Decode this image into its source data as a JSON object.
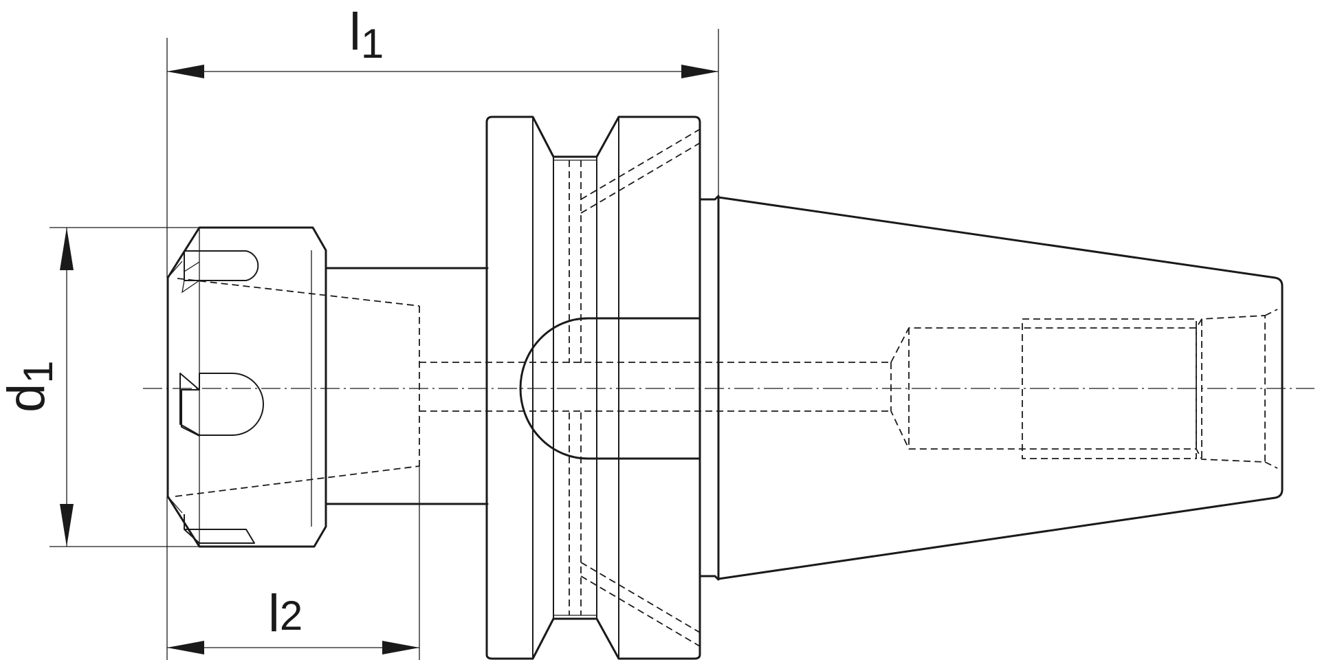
{
  "drawing": {
    "stroke_color": "#1a1a1a",
    "background": "#ffffff"
  },
  "dimensions": {
    "l1": {
      "base": "l",
      "sub": "1"
    },
    "l2": {
      "base": "l",
      "sub": "2"
    },
    "d1": {
      "base": "d",
      "sub": "1"
    }
  }
}
